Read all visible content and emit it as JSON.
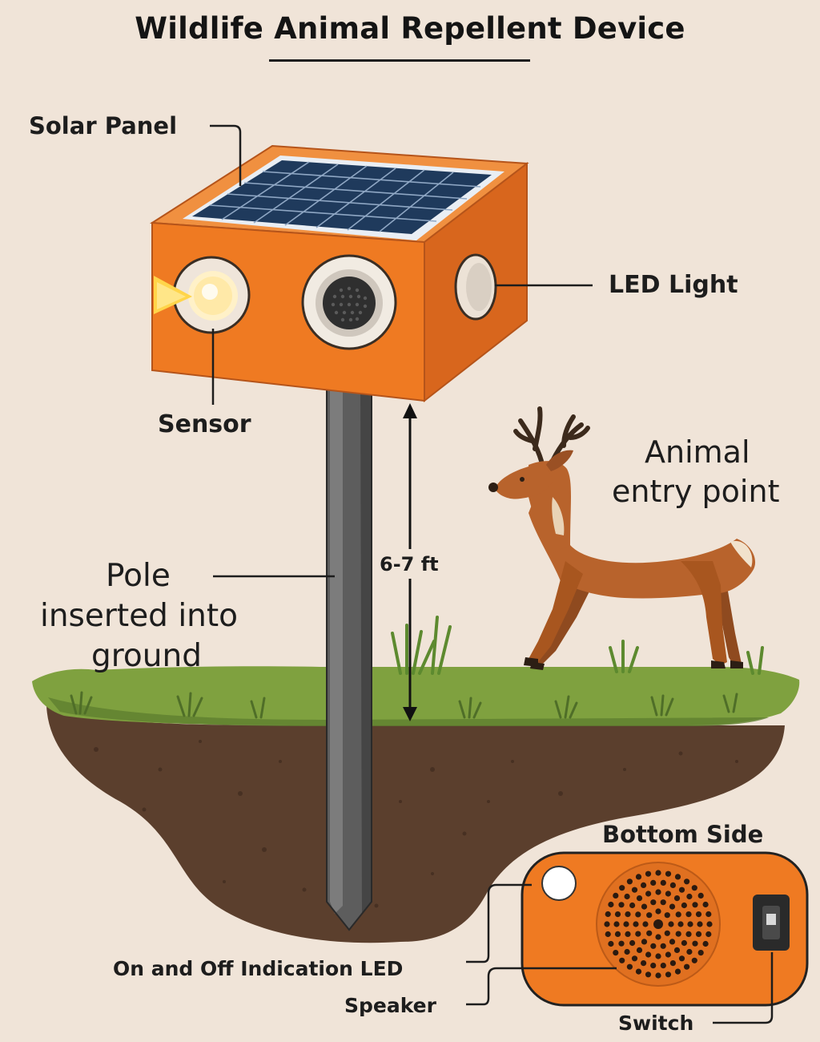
{
  "title": "Wildlife Animal Repellent Device",
  "labels": {
    "solar_panel": "Solar Panel",
    "led_light": "LED Light",
    "sensor": "Sensor",
    "animal_entry_line1": "Animal",
    "animal_entry_line2": "entry point",
    "pole_line1": "Pole",
    "pole_line2": "inserted into",
    "pole_line3": "ground",
    "height": "6-7 ft",
    "bottom_side": "Bottom Side",
    "indication_led": "On and Off Indication LED",
    "speaker": "Speaker",
    "switch": "Switch"
  },
  "colors": {
    "background": "#f0e4d8",
    "device_orange": "#ef7a22",
    "device_orange_dark": "#c9581a",
    "solar_panel": "#1f3a5c",
    "grass": "#7ea23f",
    "soil": "#5a3f2e",
    "pole": "#5a5a5a",
    "deer": "#b8632c"
  }
}
